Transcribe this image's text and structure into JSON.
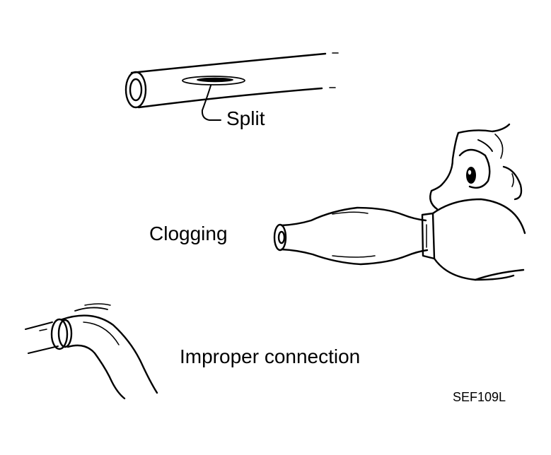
{
  "labels": {
    "split": "Split",
    "clogging": "Clogging",
    "improper_connection": "Improper connection",
    "figure_code": "SEF109L"
  },
  "illustrations": [
    {
      "name": "split-hose",
      "depicts": "hose with a split"
    },
    {
      "name": "clogged-hose",
      "depicts": "face blowing through a clogged hose"
    },
    {
      "name": "improper-connection",
      "depicts": "hose improperly connected to pipe"
    }
  ],
  "colors": {
    "ink": "#000000",
    "background": "#ffffff"
  }
}
